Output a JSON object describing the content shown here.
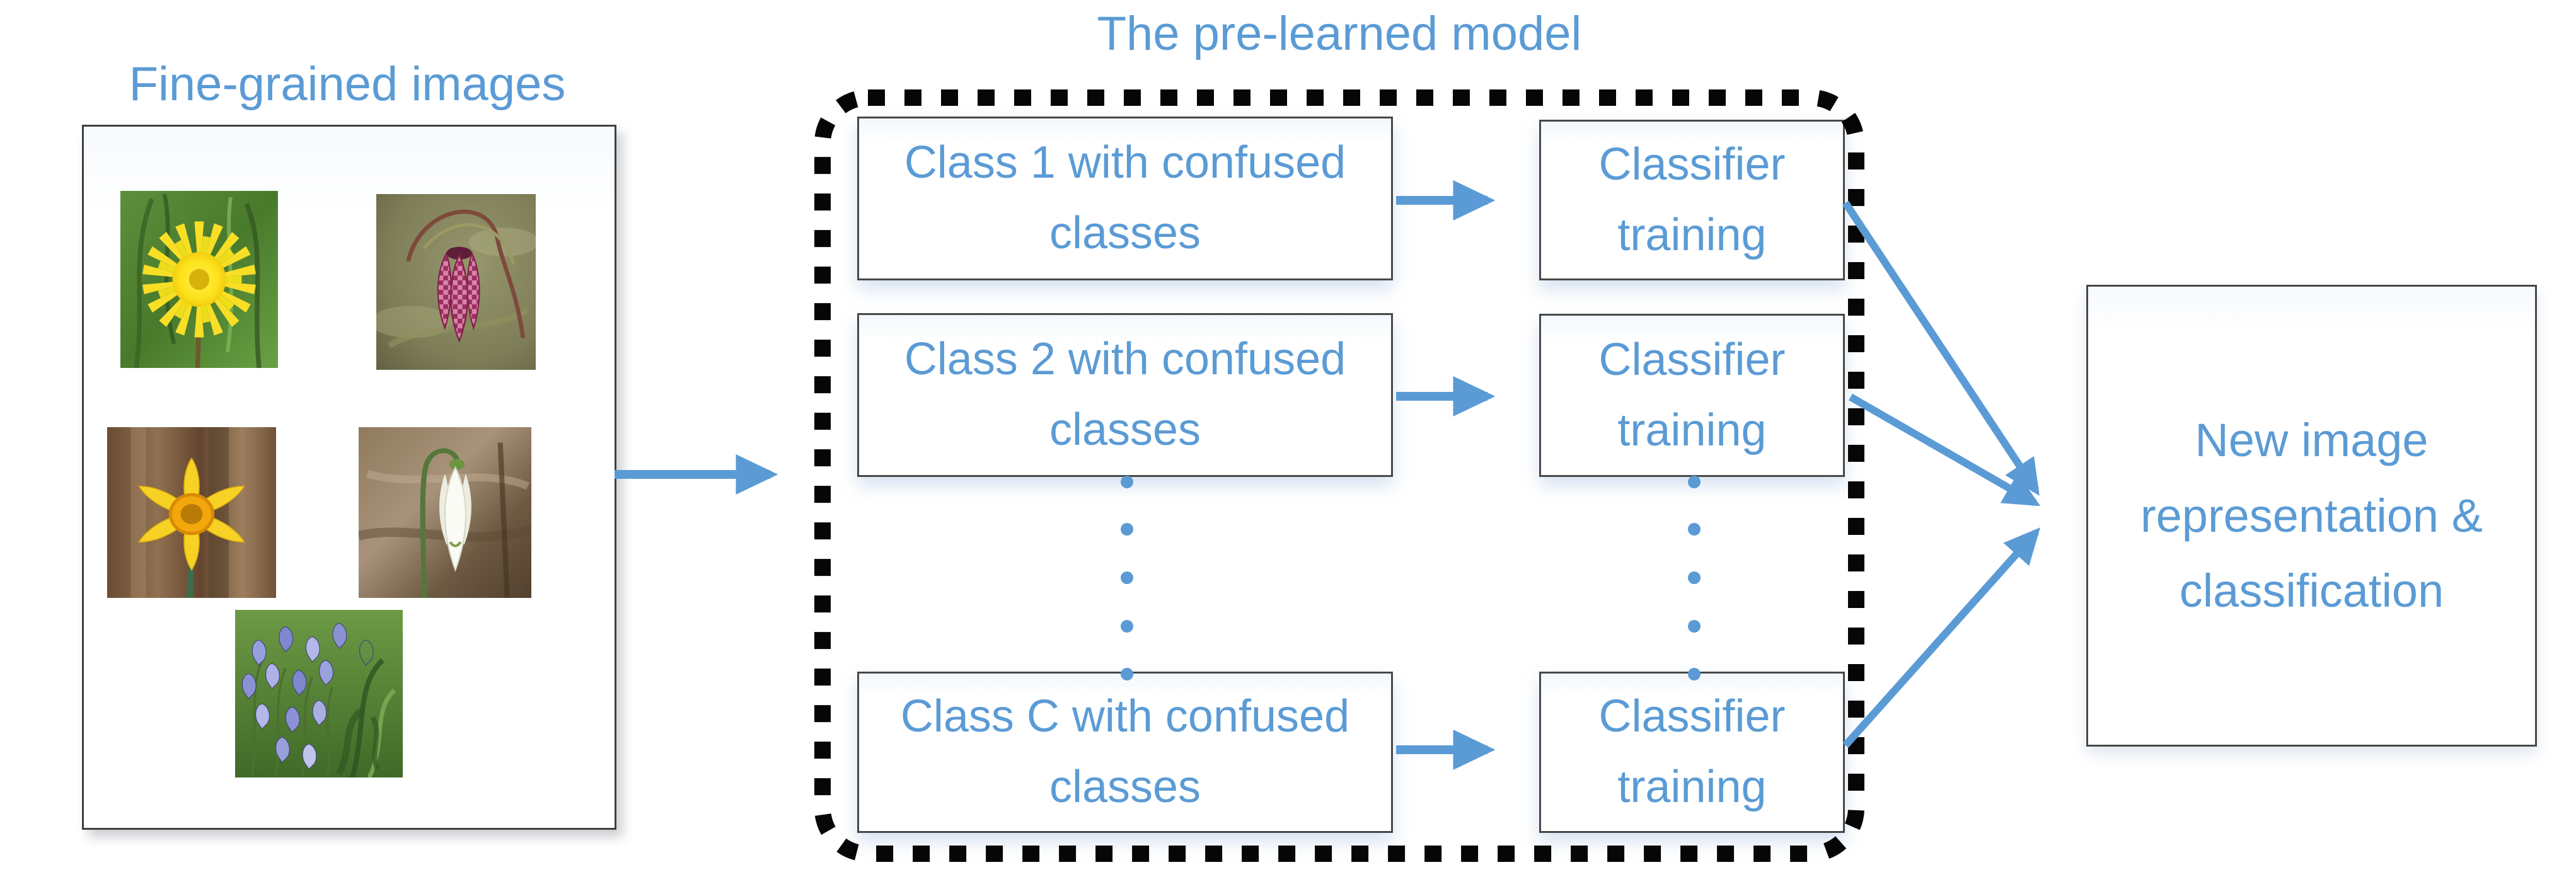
{
  "left_panel": {
    "title": "Fine-grained images",
    "images": [
      {
        "name": "dandelion"
      },
      {
        "name": "fritillary"
      },
      {
        "name": "daffodil"
      },
      {
        "name": "snowdrop"
      },
      {
        "name": "bluebells"
      }
    ]
  },
  "model_panel": {
    "title": "The pre-learned model",
    "rows": [
      {
        "class_label": "Class 1 with confused classes",
        "classifier_label": "Classifier training"
      },
      {
        "class_label": "Class 2 with confused classes",
        "classifier_label": "Classifier training"
      },
      {
        "class_label": "Class C with confused classes",
        "classifier_label": "Classifier training"
      }
    ]
  },
  "output_box": {
    "label": "New image representation & classification"
  },
  "colors": {
    "accent_blue": "#5b9bd5",
    "box_border": "#474747",
    "dash_border": "#000000"
  }
}
